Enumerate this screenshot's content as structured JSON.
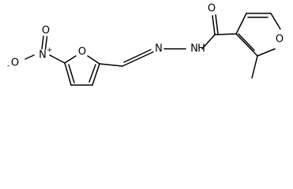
{
  "molecule": {
    "atoms": {
      "nitro_n": "N",
      "nitro_n_charge": "+",
      "nitro_o_left": "O",
      "nitro_o_left_charge": "-",
      "nitro_o_up": "O",
      "furan1_o": "O",
      "hydrazone_n1": "N",
      "hydrazone_n2": "N",
      "hydrazone_h": "H",
      "carbonyl_o": "O",
      "furan2_o": "O"
    }
  }
}
